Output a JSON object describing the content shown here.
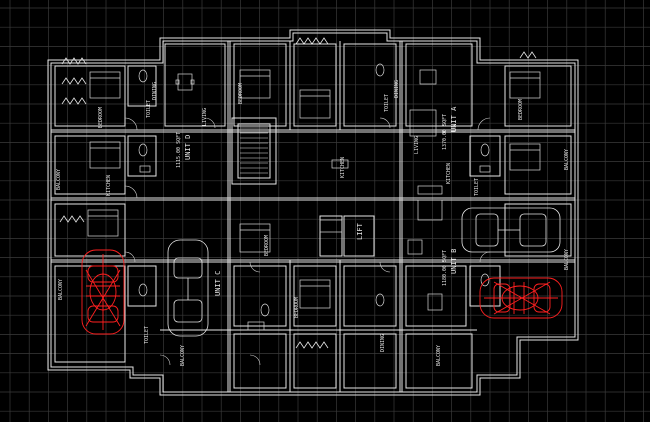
{
  "colors": {
    "background": "#000000",
    "grid": "#3a3a3a",
    "walls": "#e6e6e6",
    "car": "#ff2020"
  },
  "labels": {
    "unit_a": "UNIT A",
    "unit_a_area": "1370.00 SQFT",
    "unit_b": "UNIT B",
    "unit_b_area": "1180.00 SQFT",
    "unit_c": "UNIT C",
    "unit_d": "UNIT D",
    "unit_d_area": "1115.00 SQFT",
    "lift": "LIFT",
    "bedroom": "BEDROOM",
    "kitchen": "KITCHEN",
    "toilet": "TOILET",
    "balcony": "BALCONY",
    "living": "LIVING",
    "dining": "DINING"
  },
  "icons": [
    "car-top-view-icon",
    "sedan-car-icon",
    "suv-car-icon"
  ]
}
